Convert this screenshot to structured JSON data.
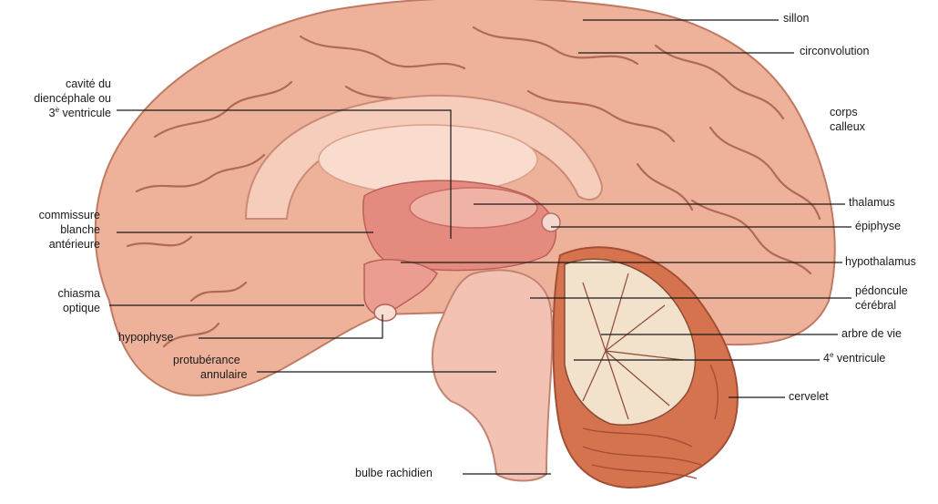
{
  "diagram": {
    "labels": {
      "sillon": "sillon",
      "circonvolution": "circonvolution",
      "corps_calleux": [
        "corps",
        "calleux"
      ],
      "cavite": [
        "cavité du",
        "diencéphale ou",
        "3",
        "e",
        "ventricule"
      ],
      "commissure": [
        "commissure",
        "blanche",
        "antérieure"
      ],
      "chiasma": [
        "chiasma",
        "optique"
      ],
      "hypophyse": "hypophyse",
      "protuberance": [
        "protubérance",
        "annulaire"
      ],
      "bulbe": "bulbe rachidien",
      "thalamus": "thalamus",
      "epiphyse": "épiphyse",
      "hypothalamus": "hypothalamus",
      "pedoncule": [
        "pédoncule",
        "cérébral"
      ],
      "arbre": "arbre de vie",
      "quatrieme": [
        "4",
        "e",
        "ventricule"
      ],
      "cervelet": "cervelet"
    },
    "colors": {
      "cortex": "#eeb29a",
      "cortex_shade": "#d99780",
      "sulcus_line": "#b06a55",
      "corpus_callosum": "#f6cdbb",
      "diencephalon": "#e58a7e",
      "brainstem": "#f3c2b2",
      "cerebellum": "#d5734f",
      "arbor": "#f2e2cc",
      "leader_line": "#1a1a1a"
    }
  }
}
